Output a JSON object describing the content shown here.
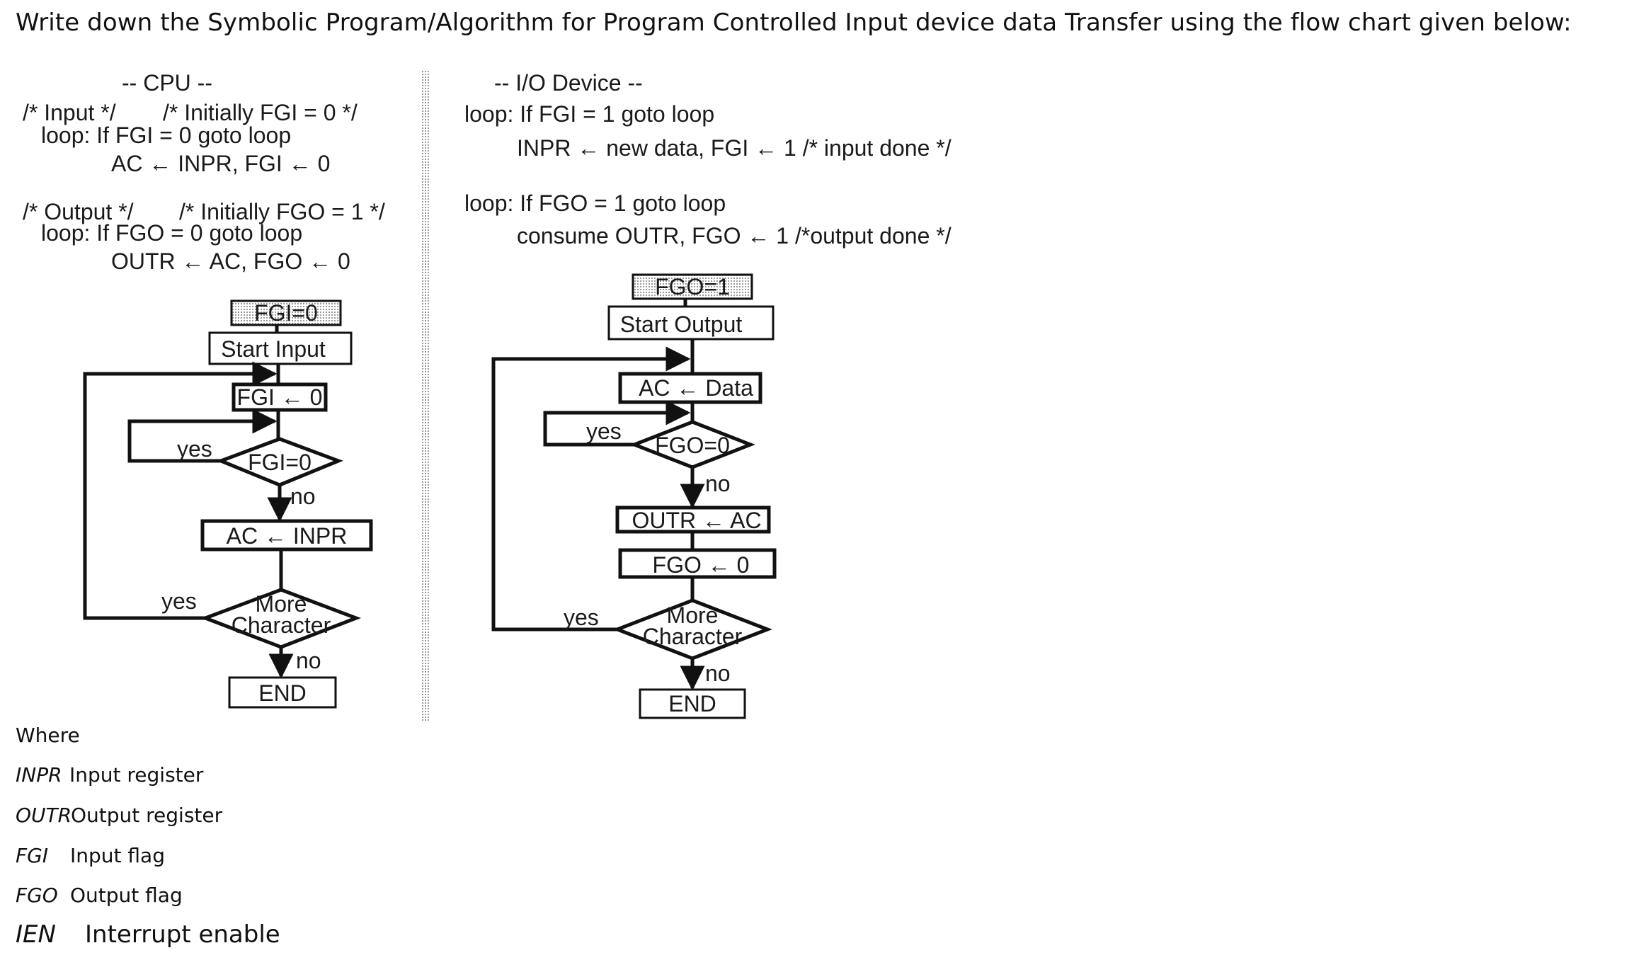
{
  "question": "Write down the Symbolic Program/Algorithm for Program Controlled Input device data Transfer using the flow chart given below:",
  "cpu": {
    "heading": "-- CPU --",
    "input_comment": "/* Input */",
    "input_initial": "/* Initially FGI = 0 */",
    "input_loop": "loop:  If FGI = 0 goto loop",
    "input_action": "AC ←  INPR,  FGI ← 0",
    "output_comment": "/* Output */",
    "output_initial": "/* Initially FGO = 1 */",
    "output_loop": "loop:  If FGO = 0 goto loop",
    "output_action": "OUTR ←  AC,  FGO ← 0"
  },
  "device": {
    "heading": "-- I/O Device --",
    "input_loop": "loop: If FGI = 1 goto loop",
    "input_action": "INPR ←  new data, FGI ← 1  /* input done */",
    "output_loop": "loop: If FGO = 1 goto loop",
    "output_action": "consume OUTR, FGO ← 1  /*output done */"
  },
  "input_flow": {
    "init": "FGI=0",
    "start": "Start Input",
    "set_flag": "FGI ← 0",
    "decision": "FGI=0",
    "yes": "yes",
    "no": "no",
    "transfer": "AC ← INPR",
    "more_line1": "More",
    "more_line2": "Character",
    "more_yes": "yes",
    "more_no": "no",
    "end": "END"
  },
  "output_flow": {
    "init": "FGO=1",
    "start": "Start Output",
    "load": "AC ← Data",
    "decision": "FGO=0",
    "yes": "yes",
    "no": "no",
    "transfer": "OUTR ← AC",
    "clear_flag": "FGO ← 0",
    "more_line1": "More",
    "more_line2": "Character",
    "more_yes": "yes",
    "more_no": "no",
    "end": "END"
  },
  "where": "Where",
  "legend": [
    {
      "term": "INPR",
      "desc": "Input register"
    },
    {
      "term": "OUTR",
      "desc": "Output register"
    },
    {
      "term": "FGI",
      "desc": "Input flag"
    },
    {
      "term": "FGO",
      "desc": "Output flag"
    },
    {
      "term": "IEN",
      "desc": "Interrupt enable"
    }
  ]
}
